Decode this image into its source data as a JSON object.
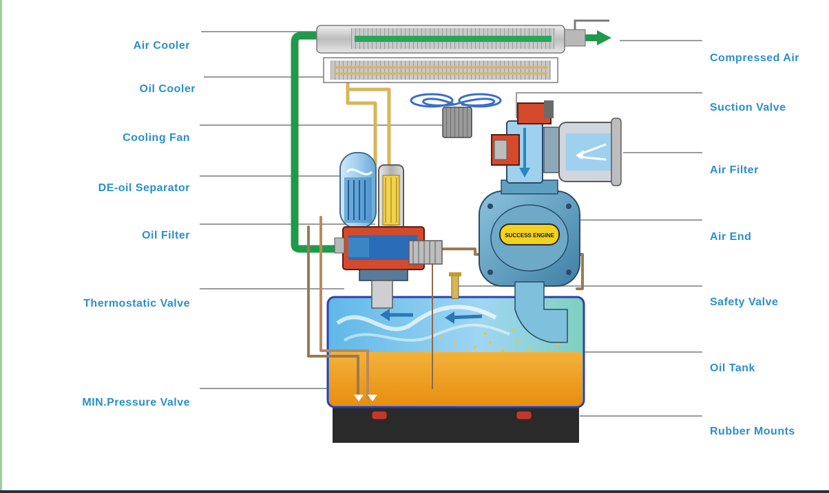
{
  "diagram": {
    "left_labels": [
      {
        "key": "air-cooler",
        "text": "Air Cooler"
      },
      {
        "key": "oil-cooler",
        "text": "Oil Cooler"
      },
      {
        "key": "cooling-fan",
        "text": "Cooling Fan"
      },
      {
        "key": "de-oil-separator",
        "text": "DE-oil Separator"
      },
      {
        "key": "oil-filter",
        "text": "Oil Filter"
      },
      {
        "key": "thermostatic-valve",
        "text": "Thermostatic Valve"
      },
      {
        "key": "min-pressure-valve",
        "text": "MIN.Pressure Valve"
      }
    ],
    "right_labels": [
      {
        "key": "compressed-air",
        "text": "Compressed Air"
      },
      {
        "key": "suction-valve",
        "text": "Suction Valve"
      },
      {
        "key": "air-filter",
        "text": "Air Filter"
      },
      {
        "key": "air-end",
        "text": "Air End"
      },
      {
        "key": "safety-valve",
        "text": "Safety Valve"
      },
      {
        "key": "oil-tank",
        "text": "Oil Tank"
      },
      {
        "key": "rubber-mounts",
        "text": "Rubber Mounts"
      }
    ],
    "air_end_badge": "SUCCESS ENGINE",
    "colors": {
      "label": "#2a8fc8",
      "air_pipe": "#1f9a4a",
      "oil": "#f0a020",
      "air_end": "#5f9fbf",
      "tank_outline": "#2f3fae",
      "base": "#2a2a2a"
    }
  }
}
